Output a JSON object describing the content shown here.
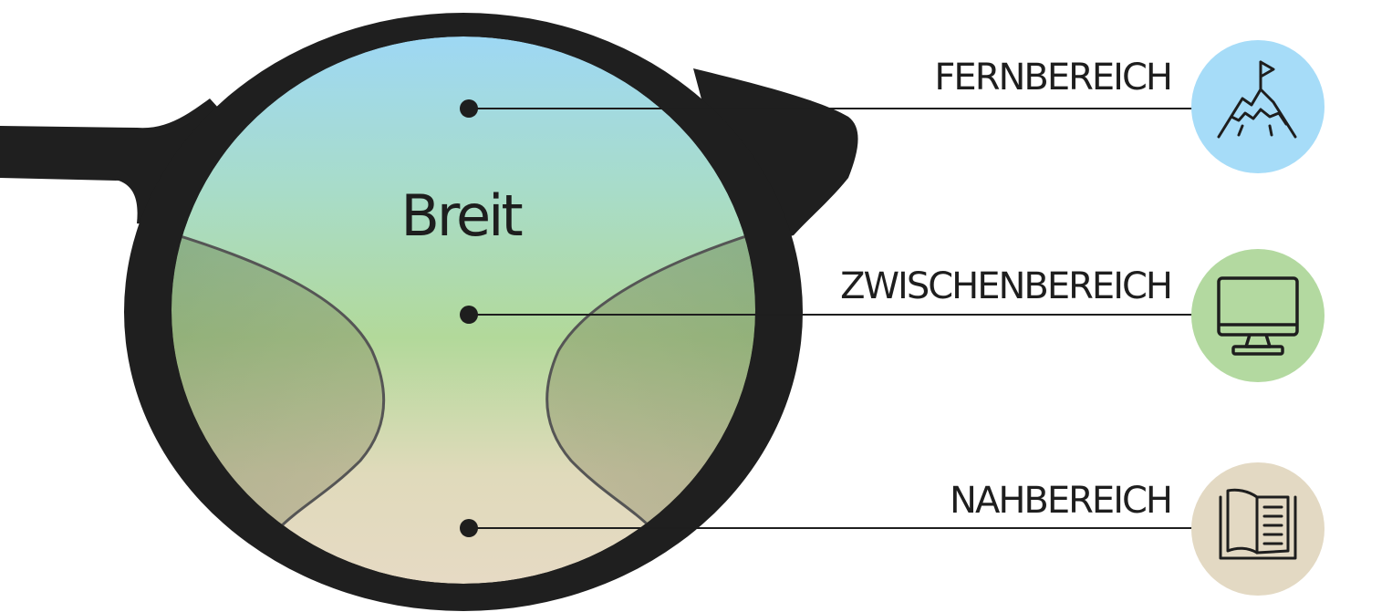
{
  "lens": {
    "label": "Breit"
  },
  "zones": [
    {
      "id": "fern",
      "label": "FERNBEREICH",
      "icon": "mountain-flag-icon",
      "color": "#a6dcf8"
    },
    {
      "id": "zwischen",
      "label": "ZWISCHENBEREICH",
      "icon": "monitor-icon",
      "color": "#b3d9a0"
    },
    {
      "id": "nah",
      "label": "NAHBEREICH",
      "icon": "open-book-icon",
      "color": "#e3d9c3"
    }
  ],
  "colors": {
    "frame": "#1f1f1f",
    "lens_top": "#9ed8f4",
    "lens_middle": "#b2d99a",
    "lens_bottom": "#e6dac4",
    "line": "#1e1e1e"
  }
}
